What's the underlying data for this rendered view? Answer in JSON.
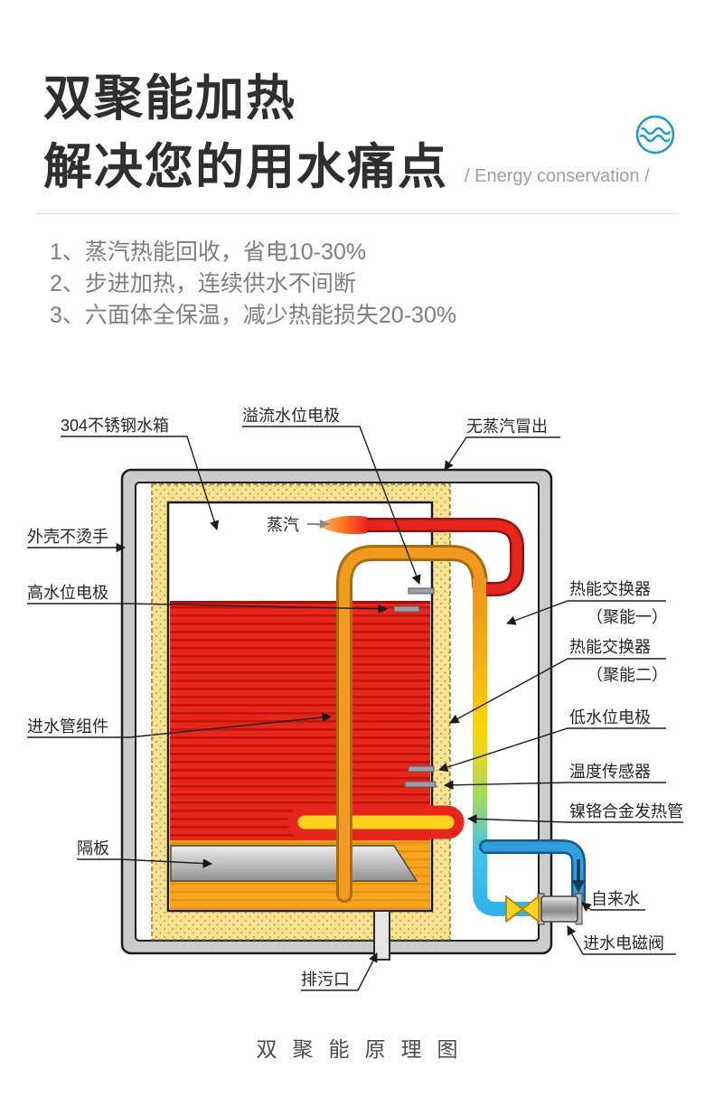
{
  "header": {
    "title_line1": "双聚能加热",
    "title_line2": "解决您的用水痛点",
    "subtitle": "/ Energy conservation /"
  },
  "features": [
    "1、蒸汽热能回收，省电10-30%",
    "2、步进加热，连续供水不间断",
    "3、六面体全保温，减少热能损失20-30%"
  ],
  "diagram": {
    "labels": {
      "tank": "304不锈钢水箱",
      "overflow_electrode": "溢流水位电极",
      "no_steam": "无蒸汽冒出",
      "shell": "外壳不烫手",
      "steam": "蒸汽",
      "high_electrode": "高水位电极",
      "hx1_line1": "热能交换器",
      "hx1_line2": "（聚能一）",
      "hx2_line1": "热能交换器",
      "hx2_line2": "（聚能二）",
      "low_electrode": "低水位电极",
      "inlet_assembly": "进水管组件",
      "temp_sensor": "温度传感器",
      "heater_tube": "镍铬合金发热管",
      "partition": "隔板",
      "tap_water": "自来水",
      "inlet_valve": "进水电磁阀",
      "drain": "排污口"
    },
    "colors": {
      "hot_water": "#e6281c",
      "lower_chamber": "#f6a51e",
      "cold_water": "#2f9fe0",
      "insulation": "#f6e293",
      "heater_tube": "#e8251d",
      "accent_blue": "#1b9ad2"
    }
  },
  "footer": {
    "caption": "双聚能原理图"
  }
}
